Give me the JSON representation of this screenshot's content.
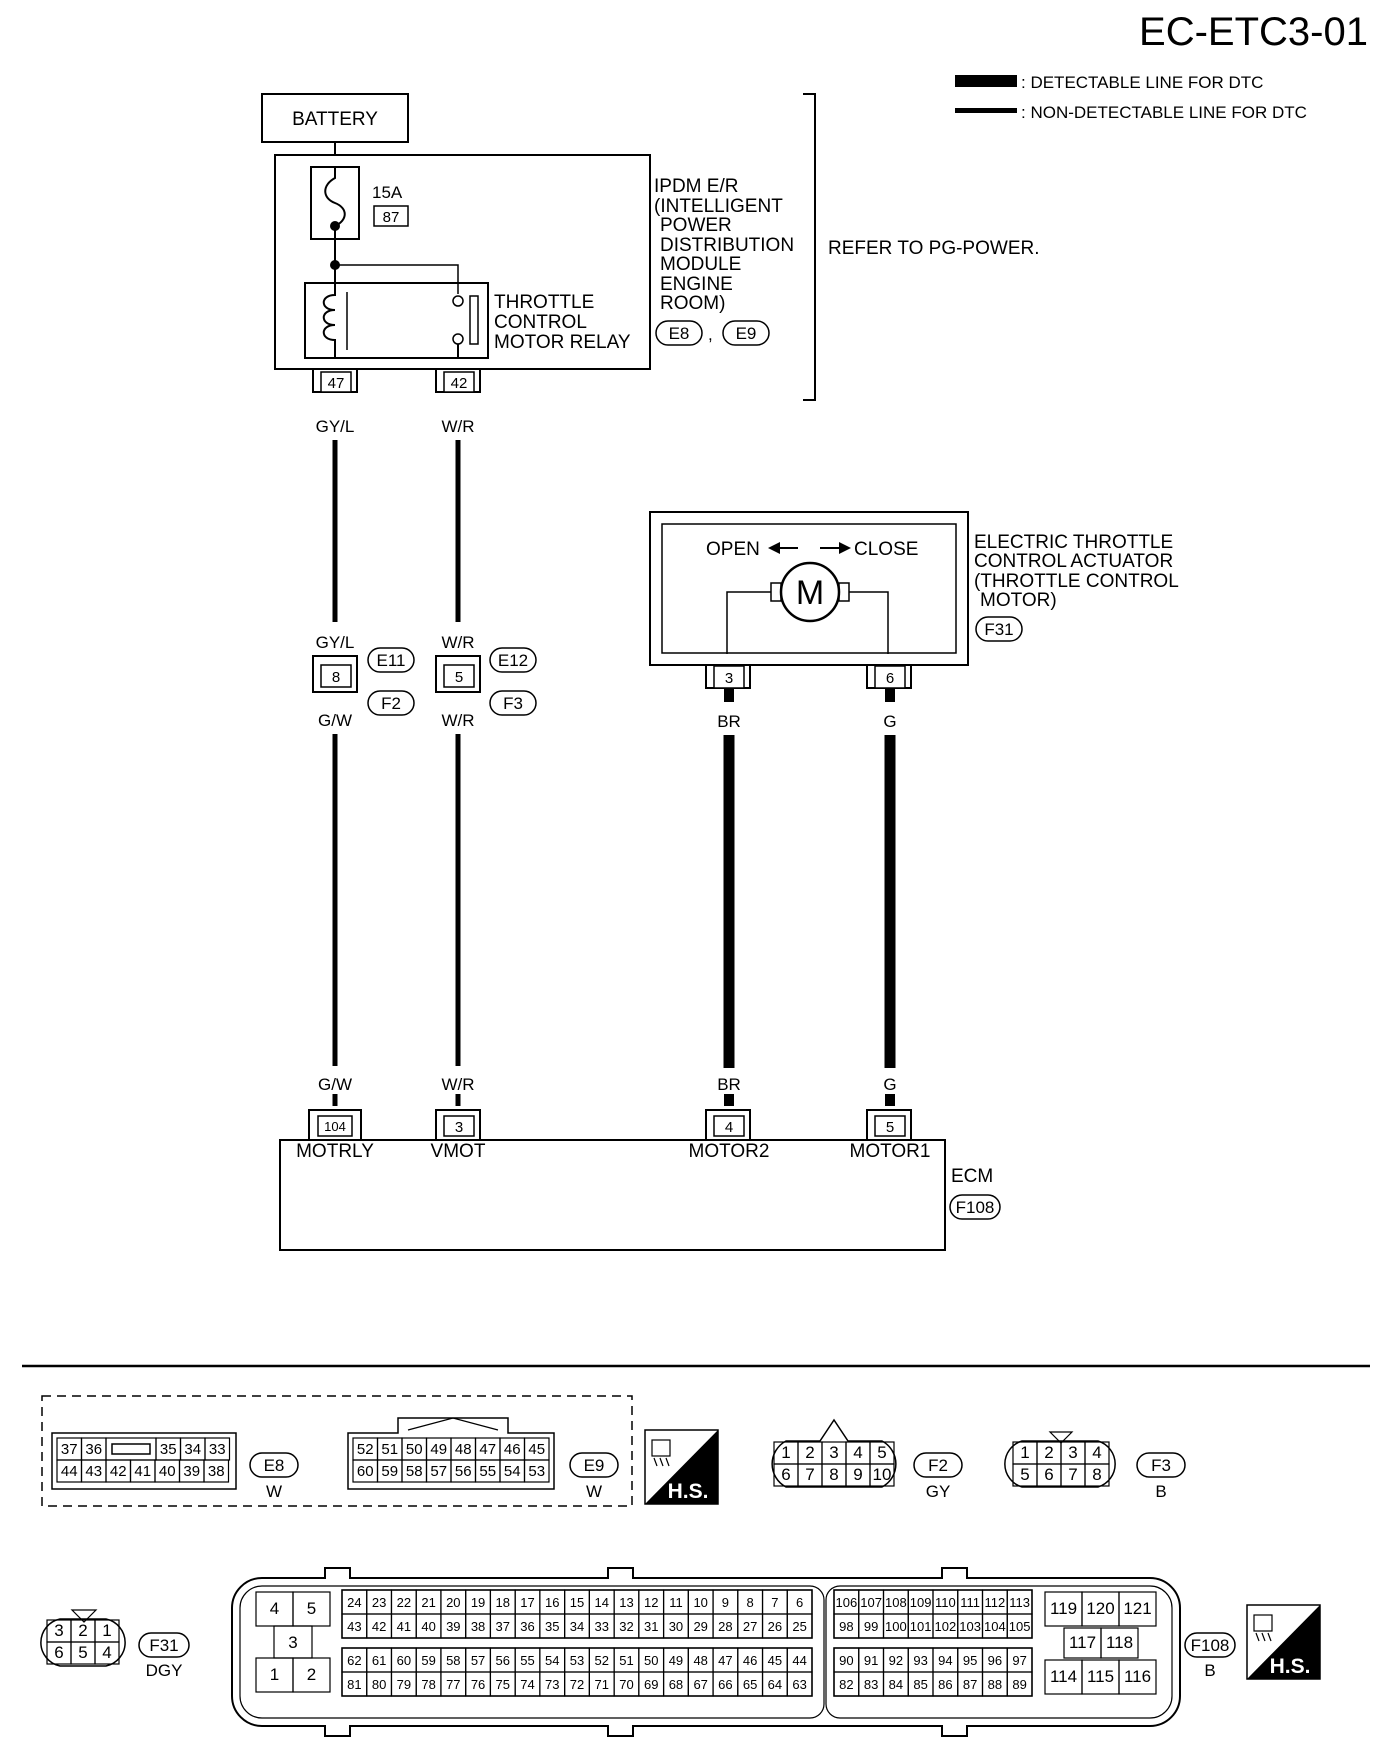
{
  "page_code": "EC-ETC3-01",
  "legend": {
    "detectable": ": DETECTABLE LINE FOR DTC",
    "non_detectable": ": NON-DETECTABLE LINE FOR DTC"
  },
  "battery": "BATTERY",
  "fuse": {
    "rating": "15A",
    "number": "87"
  },
  "relay": {
    "line1": "THROTTLE",
    "line2": "CONTROL",
    "line3": "MOTOR RELAY",
    "pin_coil": "47",
    "pin_switch": "42"
  },
  "ipdm": {
    "lines": [
      "IPDM E/R",
      "(INTELLIGENT",
      "POWER",
      "DISTRIBUTION",
      "MODULE",
      "ENGINE",
      "ROOM)"
    ],
    "conn1": "E8",
    "sep": ",",
    "conn2": "E9",
    "refer": "REFER TO PG-POWER."
  },
  "wires": {
    "gyl": "GY/L",
    "wr": "W/R",
    "gw": "G/W",
    "br": "BR",
    "g": "G"
  },
  "junction": {
    "left_pin": "8",
    "left_top": "E11",
    "left_bottom": "F2",
    "right_pin": "5",
    "right_top": "E12",
    "right_bottom": "F3"
  },
  "actuator": {
    "open": "OPEN",
    "close": "CLOSE",
    "motor": "M",
    "lines": [
      "ELECTRIC THROTTLE",
      "CONTROL ACTUATOR",
      "(THROTTLE CONTROL",
      "MOTOR)"
    ],
    "conn": "F31",
    "pin_a": "3",
    "pin_b": "6"
  },
  "ecm": {
    "label": "ECM",
    "conn": "F108",
    "pins": [
      "104",
      "3",
      "4",
      "5"
    ],
    "terms": [
      "MOTRLY",
      "VMOT",
      "MOTOR2",
      "MOTOR1"
    ]
  },
  "connectors": {
    "e8": {
      "id": "E8",
      "color": "W",
      "top": [
        "37",
        "36",
        "",
        "35",
        "34",
        "33"
      ],
      "bottom": [
        "44",
        "43",
        "42",
        "41",
        "40",
        "39",
        "38"
      ]
    },
    "e9": {
      "id": "E9",
      "color": "W",
      "top": [
        "52",
        "51",
        "50",
        "49",
        "48",
        "47",
        "46",
        "45"
      ],
      "bottom": [
        "60",
        "59",
        "58",
        "57",
        "56",
        "55",
        "54",
        "53"
      ]
    },
    "hs": "H.S.",
    "f2": {
      "id": "F2",
      "color": "GY",
      "top": [
        "1",
        "2",
        "3",
        "4",
        "5"
      ],
      "bottom": [
        "6",
        "7",
        "8",
        "9",
        "10"
      ]
    },
    "f3": {
      "id": "F3",
      "color": "B",
      "top": [
        "1",
        "2",
        "3",
        "4"
      ],
      "bottom": [
        "5",
        "6",
        "7",
        "8"
      ]
    },
    "f31": {
      "id": "F31",
      "color": "DGY",
      "top": [
        "3",
        "2",
        "1"
      ],
      "bottom": [
        "6",
        "5",
        "4"
      ]
    },
    "f108": {
      "id": "F108",
      "color": "B",
      "g1_top": [
        "4",
        "5"
      ],
      "g1_mid": "3",
      "g1_bot": [
        "1",
        "2"
      ],
      "g2_r1": [
        "24",
        "23",
        "22",
        "21",
        "20",
        "19",
        "18",
        "17",
        "16",
        "15",
        "14",
        "13",
        "12",
        "11",
        "10",
        "9",
        "8",
        "7",
        "6"
      ],
      "g2_r2": [
        "43",
        "42",
        "41",
        "40",
        "39",
        "38",
        "37",
        "36",
        "35",
        "34",
        "33",
        "32",
        "31",
        "30",
        "29",
        "28",
        "27",
        "26",
        "25"
      ],
      "g2_r3": [
        "62",
        "61",
        "60",
        "59",
        "58",
        "57",
        "56",
        "55",
        "54",
        "53",
        "52",
        "51",
        "50",
        "49",
        "48",
        "47",
        "46",
        "45",
        "44"
      ],
      "g2_r4": [
        "81",
        "80",
        "79",
        "78",
        "77",
        "76",
        "75",
        "74",
        "73",
        "72",
        "71",
        "70",
        "69",
        "68",
        "67",
        "66",
        "65",
        "64",
        "63"
      ],
      "g3_r1": [
        "106",
        "107",
        "108",
        "109",
        "110",
        "111",
        "112",
        "113"
      ],
      "g3_r2": [
        "98",
        "99",
        "100",
        "101",
        "102",
        "103",
        "104",
        "105"
      ],
      "g3_r3": [
        "90",
        "91",
        "92",
        "93",
        "94",
        "95",
        "96",
        "97"
      ],
      "g3_r4": [
        "82",
        "83",
        "84",
        "85",
        "86",
        "87",
        "88",
        "89"
      ],
      "g4_r1": [
        "119",
        "120",
        "121"
      ],
      "g4_r2": [
        "117",
        "118"
      ],
      "g4_r3": [
        "114",
        "115",
        "116"
      ]
    }
  }
}
